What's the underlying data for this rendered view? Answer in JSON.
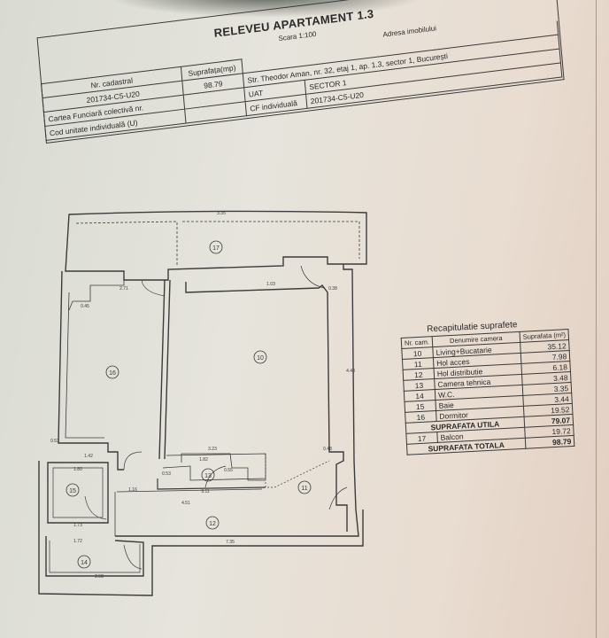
{
  "document": {
    "title": "RELEVEU APARTAMENT  1.3",
    "scale": "Scara 1:100",
    "address_label": "Adresa imobilului",
    "header_table": {
      "cadastral_label": "Nr. cadastral",
      "surface_label": "Suprafața(mp)",
      "cadastral_value": "201734-C5-U20",
      "surface_value": "98.79",
      "address_value": "Str. Theodor Aman, nr. 32, etaj 1, ap. 1.3, sector 1, București",
      "cf_collective_label": "Cartea Funciară colectivă nr.",
      "uat_label": "UAT",
      "uat_value": "SECTOR 1",
      "unit_code_label": "Cod unitate individuală (U)",
      "cf_individual_label": "CF individuală",
      "cf_individual_value": "201734-C5-U20"
    }
  },
  "floor_plan": {
    "rooms": [
      {
        "id": "10",
        "name": "Living+Bucatarie"
      },
      {
        "id": "11",
        "name": "Hol acces"
      },
      {
        "id": "12",
        "name": "Hol distributie"
      },
      {
        "id": "13",
        "name": "Camera tehnica"
      },
      {
        "id": "14",
        "name": "W.C."
      },
      {
        "id": "15",
        "name": "Baie"
      },
      {
        "id": "16",
        "name": "Dormitor"
      },
      {
        "id": "17",
        "name": "Balcon"
      }
    ],
    "dimensions": {
      "balcony_top": "3.35",
      "bedroom_top": "2.71",
      "bedroom_inset": "0.45",
      "living_top": "1.03",
      "living_right_inset": "0.38",
      "living_right": "4.48",
      "living_bottom": "3.23",
      "living_bottom_right": "0.48",
      "bedroom_bottom_left": "0.53",
      "bedroom_bottom": "1.42",
      "bath_top": "1.80",
      "bath_bottom": "1.73",
      "hall_door": "1.16",
      "hall_width": "4.51",
      "tech_top": "1.82",
      "tech_inner": "0.55",
      "tech_bottom": "3.11",
      "tech_left": "0.53",
      "hall_bottom": "7.35",
      "wc_top": "1.72",
      "wc_bottom": "2.58"
    }
  },
  "surface_summary": {
    "title": "Recapitulatie suprafete",
    "headers": {
      "num": "Nr. cam.",
      "name": "Denumire camera",
      "area": "Suprafata (m²)"
    },
    "rows": [
      {
        "num": "10",
        "name": "Living+Bucatarie",
        "area": "35.12"
      },
      {
        "num": "11",
        "name": "Hol acces",
        "area": "7.98"
      },
      {
        "num": "12",
        "name": "Hol distributie",
        "area": "6.18"
      },
      {
        "num": "13",
        "name": "Camera tehnica",
        "area": "3.48"
      },
      {
        "num": "14",
        "name": "W.C.",
        "area": "3.35"
      },
      {
        "num": "15",
        "name": "Baie",
        "area": "3.44"
      },
      {
        "num": "16",
        "name": "Dormitor",
        "area": "19.52"
      }
    ],
    "useful_label": "SUPRAFATA UTILA",
    "useful_value": "79.07",
    "balcony": {
      "num": "17",
      "name": "Balcon",
      "area": "19.72"
    },
    "total_label": "SUPRAFATA TOTALA",
    "total_value": "98.79"
  }
}
